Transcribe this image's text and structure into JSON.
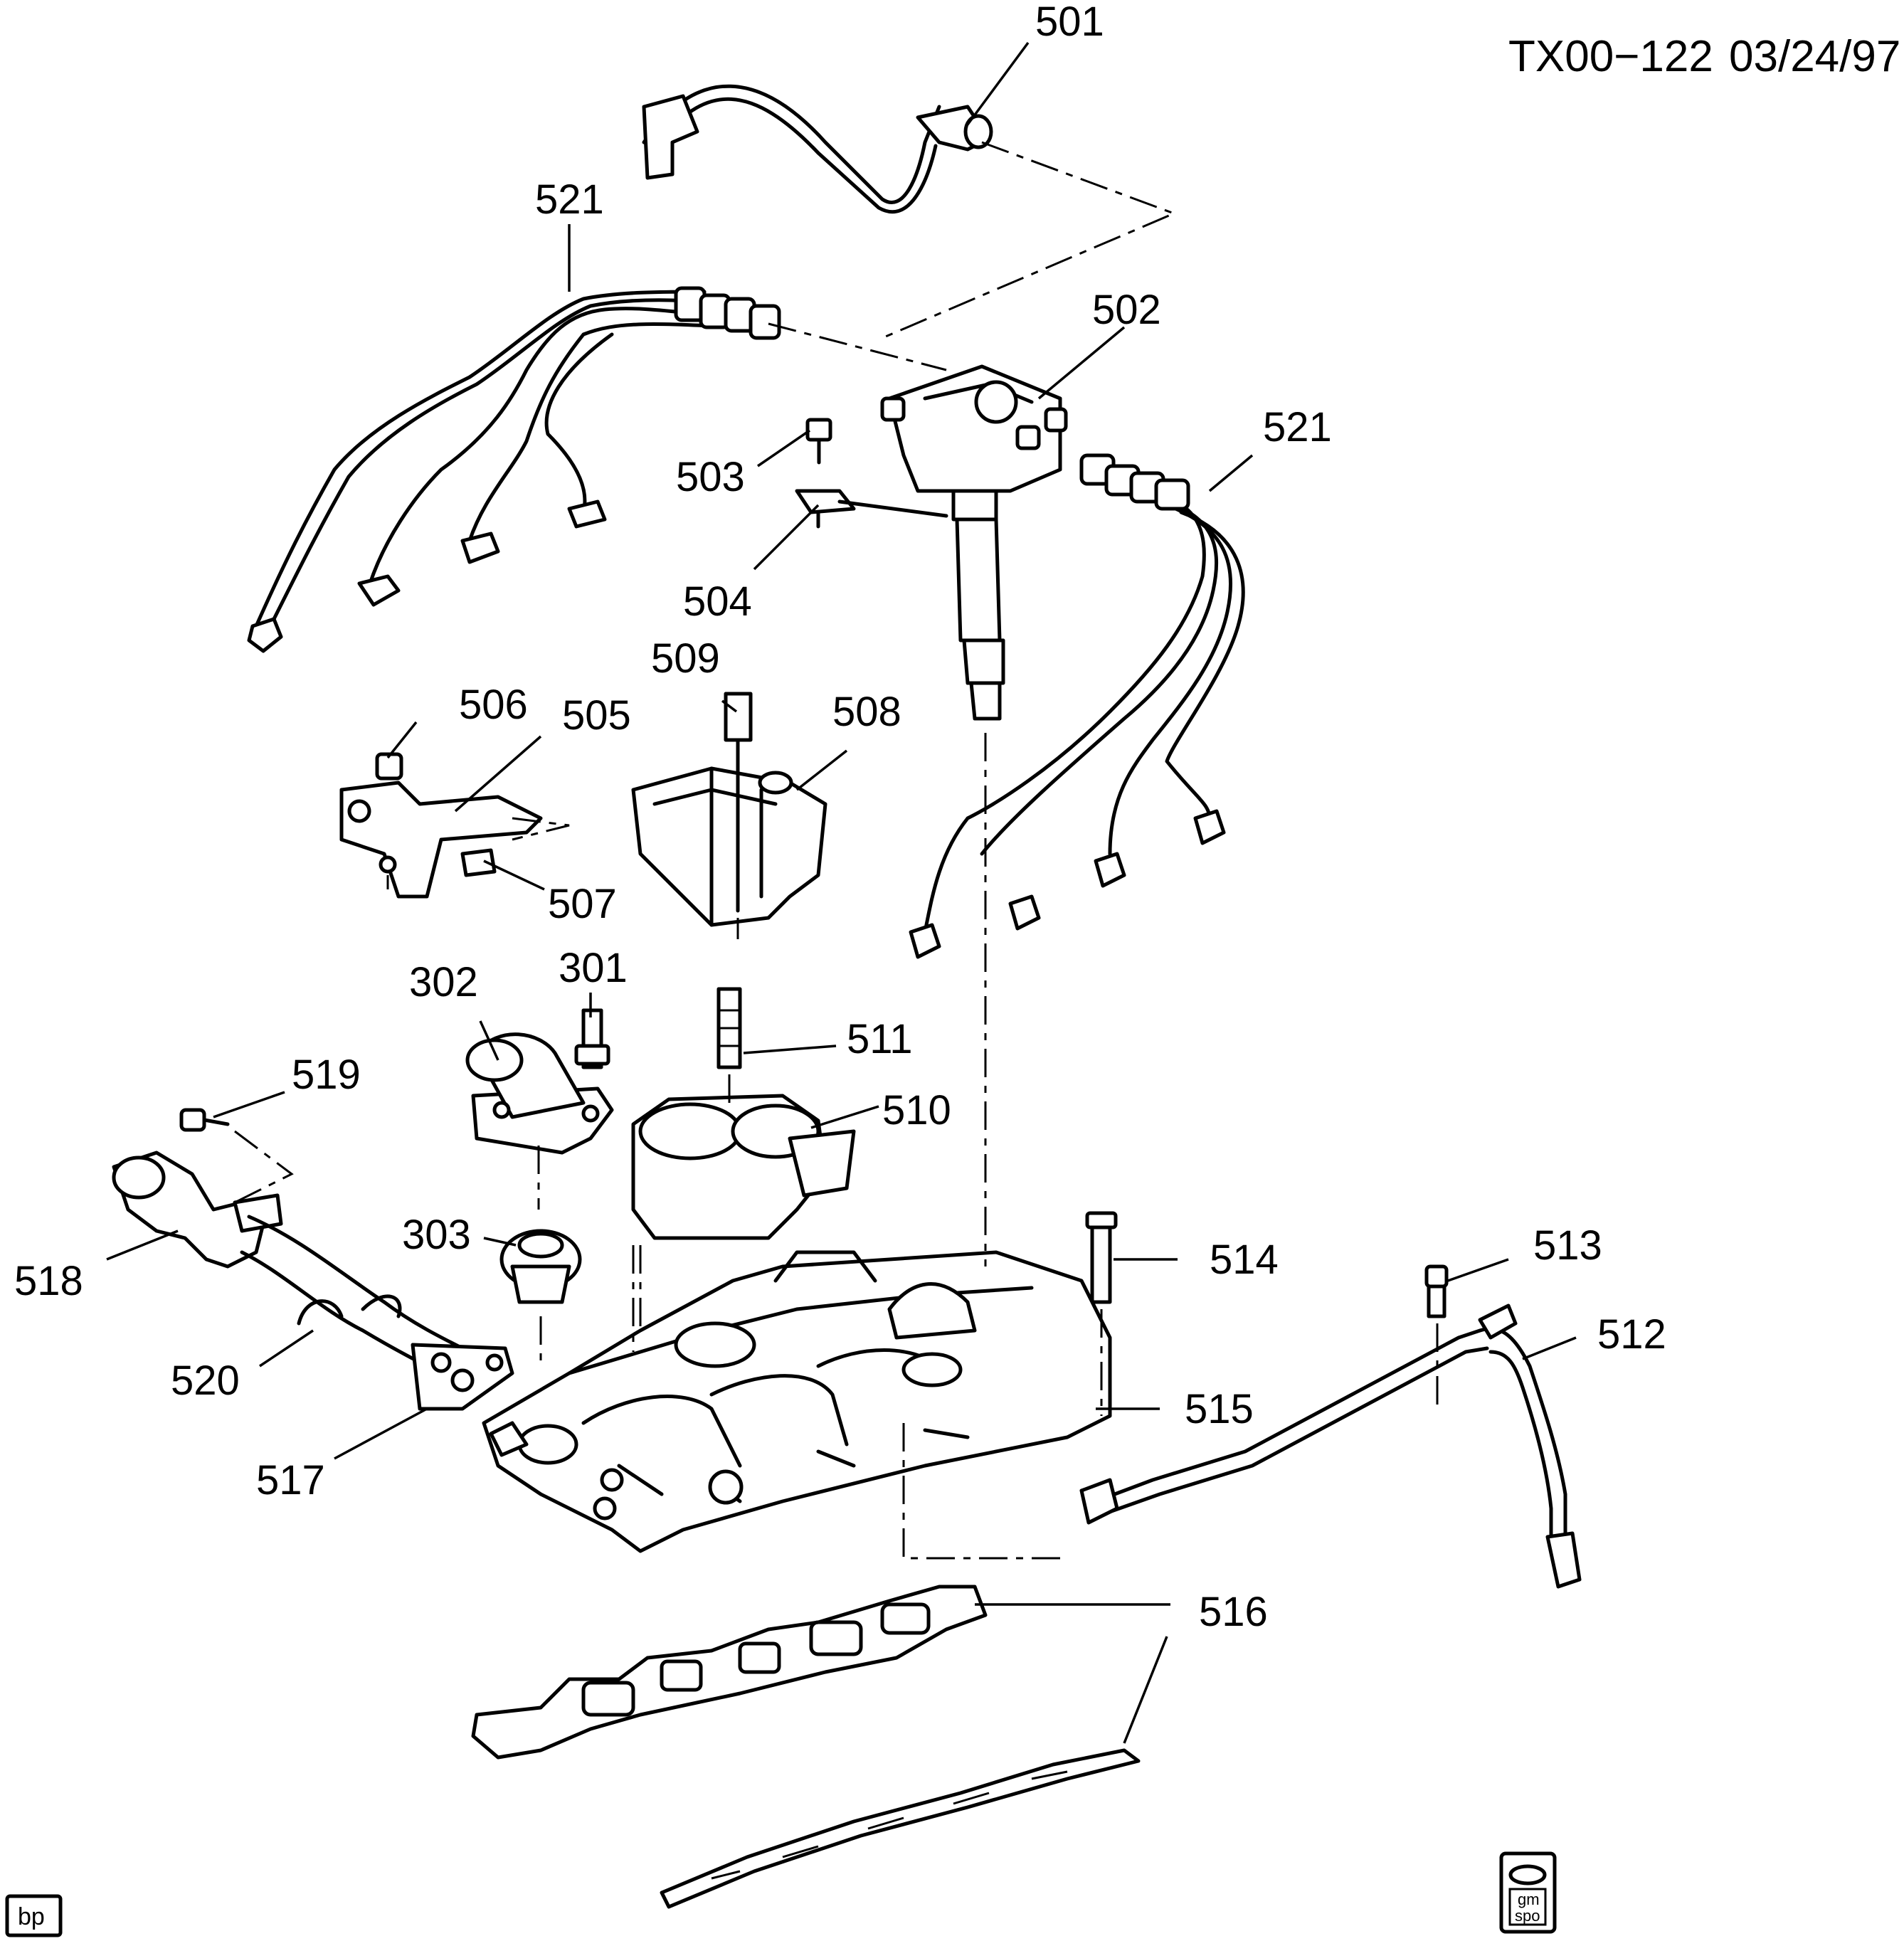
{
  "header": {
    "ref_code": "TX00−122",
    "date": "03/24/97"
  },
  "callouts": {
    "p501": "501",
    "p502": "502",
    "p503": "503",
    "p504": "504",
    "p505": "505",
    "p506": "506",
    "p507": "507",
    "p508": "508",
    "p509": "509",
    "p510": "510",
    "p511": "511",
    "p512": "512",
    "p513": "513",
    "p514": "514",
    "p515": "515",
    "p516": "516",
    "p517": "517",
    "p518": "518",
    "p519": "519",
    "p520": "520",
    "p521_left": "521",
    "p521_right": "521",
    "p301": "301",
    "p302": "302",
    "p303": "303"
  },
  "footer": {
    "badge": "bp",
    "logo_line1": "gm",
    "logo_line2": "spo"
  }
}
